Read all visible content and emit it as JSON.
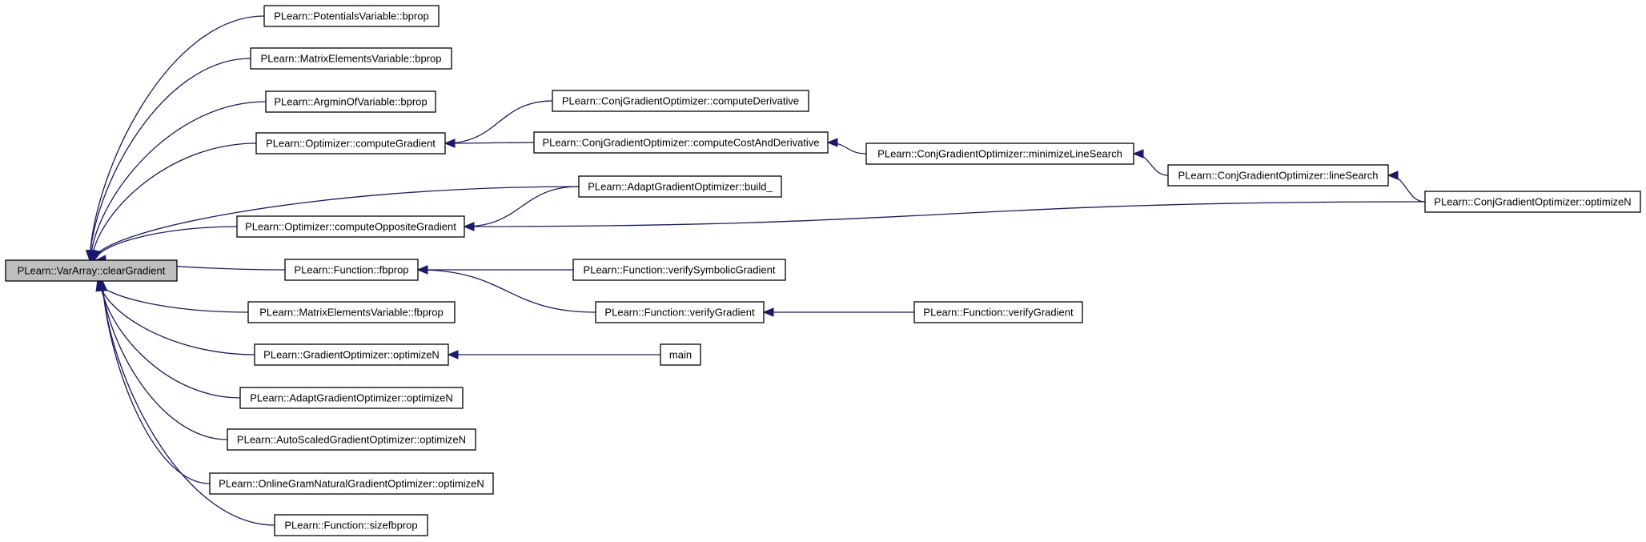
{
  "colors": {
    "edge": "#191970",
    "root_fill": "#bfbfbf",
    "node_fill": "#ffffff",
    "node_stroke": "#000000"
  },
  "nodes": [
    {
      "id": "root",
      "label": "PLearn::VarArray::clearGradient"
    },
    {
      "id": "n1",
      "label": "PLearn::PotentialsVariable::bprop"
    },
    {
      "id": "n2",
      "label": "PLearn::MatrixElementsVariable::bprop"
    },
    {
      "id": "n3",
      "label": "PLearn::ArgminOfVariable::bprop"
    },
    {
      "id": "n4",
      "label": "PLearn::Optimizer::computeGradient"
    },
    {
      "id": "n5",
      "label": "PLearn::AdaptGradientOptimizer::build_"
    },
    {
      "id": "n6",
      "label": "PLearn::Optimizer::computeOppositeGradient"
    },
    {
      "id": "n7",
      "label": "PLearn::Function::fbprop"
    },
    {
      "id": "n8",
      "label": "PLearn::MatrixElementsVariable::fbprop"
    },
    {
      "id": "n9",
      "label": "PLearn::GradientOptimizer::optimizeN"
    },
    {
      "id": "n10",
      "label": "PLearn::AdaptGradientOptimizer::optimizeN"
    },
    {
      "id": "n11",
      "label": "PLearn::AutoScaledGradientOptimizer::optimizeN"
    },
    {
      "id": "n12",
      "label": "PLearn::OnlineGramNaturalGradientOptimizer::optimizeN"
    },
    {
      "id": "n13",
      "label": "PLearn::Function::sizefbprop"
    },
    {
      "id": "n14",
      "label": "PLearn::ConjGradientOptimizer::computeDerivative"
    },
    {
      "id": "n15",
      "label": "PLearn::ConjGradientOptimizer::computeCostAndDerivative"
    },
    {
      "id": "n16",
      "label": "PLearn::ConjGradientOptimizer::minimizeLineSearch"
    },
    {
      "id": "n17",
      "label": "PLearn::ConjGradientOptimizer::lineSearch"
    },
    {
      "id": "n18",
      "label": "PLearn::ConjGradientOptimizer::optimizeN"
    },
    {
      "id": "n19",
      "label": "PLearn::Function::verifySymbolicGradient"
    },
    {
      "id": "n20",
      "label": "PLearn::Function::verifyGradient"
    },
    {
      "id": "n21",
      "label": "PLearn::Function::verifyGradient"
    },
    {
      "id": "n22",
      "label": "main"
    }
  ],
  "edges": [
    {
      "from": "n1",
      "to": "root"
    },
    {
      "from": "n2",
      "to": "root"
    },
    {
      "from": "n3",
      "to": "root"
    },
    {
      "from": "n4",
      "to": "root"
    },
    {
      "from": "n5",
      "to": "root"
    },
    {
      "from": "n6",
      "to": "root"
    },
    {
      "from": "n7",
      "to": "root"
    },
    {
      "from": "n8",
      "to": "root"
    },
    {
      "from": "n9",
      "to": "root"
    },
    {
      "from": "n10",
      "to": "root"
    },
    {
      "from": "n11",
      "to": "root"
    },
    {
      "from": "n12",
      "to": "root"
    },
    {
      "from": "n13",
      "to": "root"
    },
    {
      "from": "n14",
      "to": "n4"
    },
    {
      "from": "n15",
      "to": "n4"
    },
    {
      "from": "n16",
      "to": "n15"
    },
    {
      "from": "n17",
      "to": "n16"
    },
    {
      "from": "n18",
      "to": "n17"
    },
    {
      "from": "n5",
      "to": "n6"
    },
    {
      "from": "n18",
      "to": "n6"
    },
    {
      "from": "n19",
      "to": "n7"
    },
    {
      "from": "n20",
      "to": "n7"
    },
    {
      "from": "n21",
      "to": "n20"
    },
    {
      "from": "n22",
      "to": "n9"
    }
  ]
}
